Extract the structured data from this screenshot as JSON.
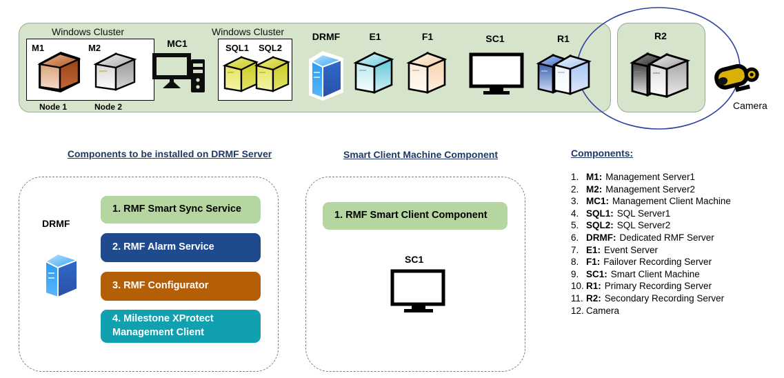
{
  "topology": {
    "cluster1_title": "Windows Cluster",
    "cluster2_title": "Windows Cluster",
    "m1_label": "M1",
    "m2_label": "M2",
    "node1_label": "Node 1",
    "node2_label": "Node 2",
    "mc1_label": "MC1",
    "sql1_label": "SQL1",
    "sql2_label": "SQL2",
    "drmf_label": "DRMF",
    "e1_label": "E1",
    "f1_label": "F1",
    "sc1_label": "SC1",
    "r1_label": "R1",
    "r2_label": "R2",
    "camera_label": "Camera"
  },
  "drmf_panel": {
    "title": "Components to be installed on DRMF Server",
    "server_label": "DRMF",
    "components": [
      {
        "text": "1. RMF Smart Sync Service",
        "bg": "#b5d6a0",
        "fg": "#000000"
      },
      {
        "text": "2. RMF Alarm Service",
        "bg": "#1f4b8e",
        "fg": "#ffffff"
      },
      {
        "text": "3.  RMF Configurator",
        "bg": "#b45f06",
        "fg": "#ffffff"
      },
      {
        "text": "4. Milestone XProtect Management Client",
        "bg": "#11a0b0",
        "fg": "#ffffff"
      }
    ]
  },
  "smartclient_panel": {
    "title": "Smart Client Machine Component",
    "component": {
      "text": "1. RMF Smart Client Component",
      "bg": "#b5d6a0",
      "fg": "#000000"
    },
    "machine_label": "SC1"
  },
  "legend": {
    "title": "Components:",
    "items": [
      {
        "num": "1.",
        "code": "M1:",
        "desc": "Management Server1"
      },
      {
        "num": "2.",
        "code": "M2:",
        "desc": "Management Server2"
      },
      {
        "num": "3.",
        "code": "MC1:",
        "desc": "Management Client Machine"
      },
      {
        "num": "4.",
        "code": "SQL1:",
        "desc": "SQL Server1"
      },
      {
        "num": "5.",
        "code": "SQL2:",
        "desc": "SQL Server2"
      },
      {
        "num": "6.",
        "code": "DRMF:",
        "desc": "Dedicated RMF Server"
      },
      {
        "num": "7.",
        "code": "E1:",
        "desc": "Event Server"
      },
      {
        "num": "8.",
        "code": "F1:",
        "desc": "Failover Recording Server"
      },
      {
        "num": "9.",
        "code": "SC1:",
        "desc": "Smart Client Machine"
      },
      {
        "num": "10.",
        "code": "R1:",
        "desc": "Primary Recording Server"
      },
      {
        "num": "11.",
        "code": "R2:",
        "desc": "Secondary Recording Server"
      },
      {
        "num": "12.",
        "code": "",
        "desc": "Camera"
      }
    ]
  },
  "colors": {
    "banner_bg": "#d6e4cc",
    "title_blue": "#1f3864",
    "link_ellipse": "#2b3fa0"
  }
}
